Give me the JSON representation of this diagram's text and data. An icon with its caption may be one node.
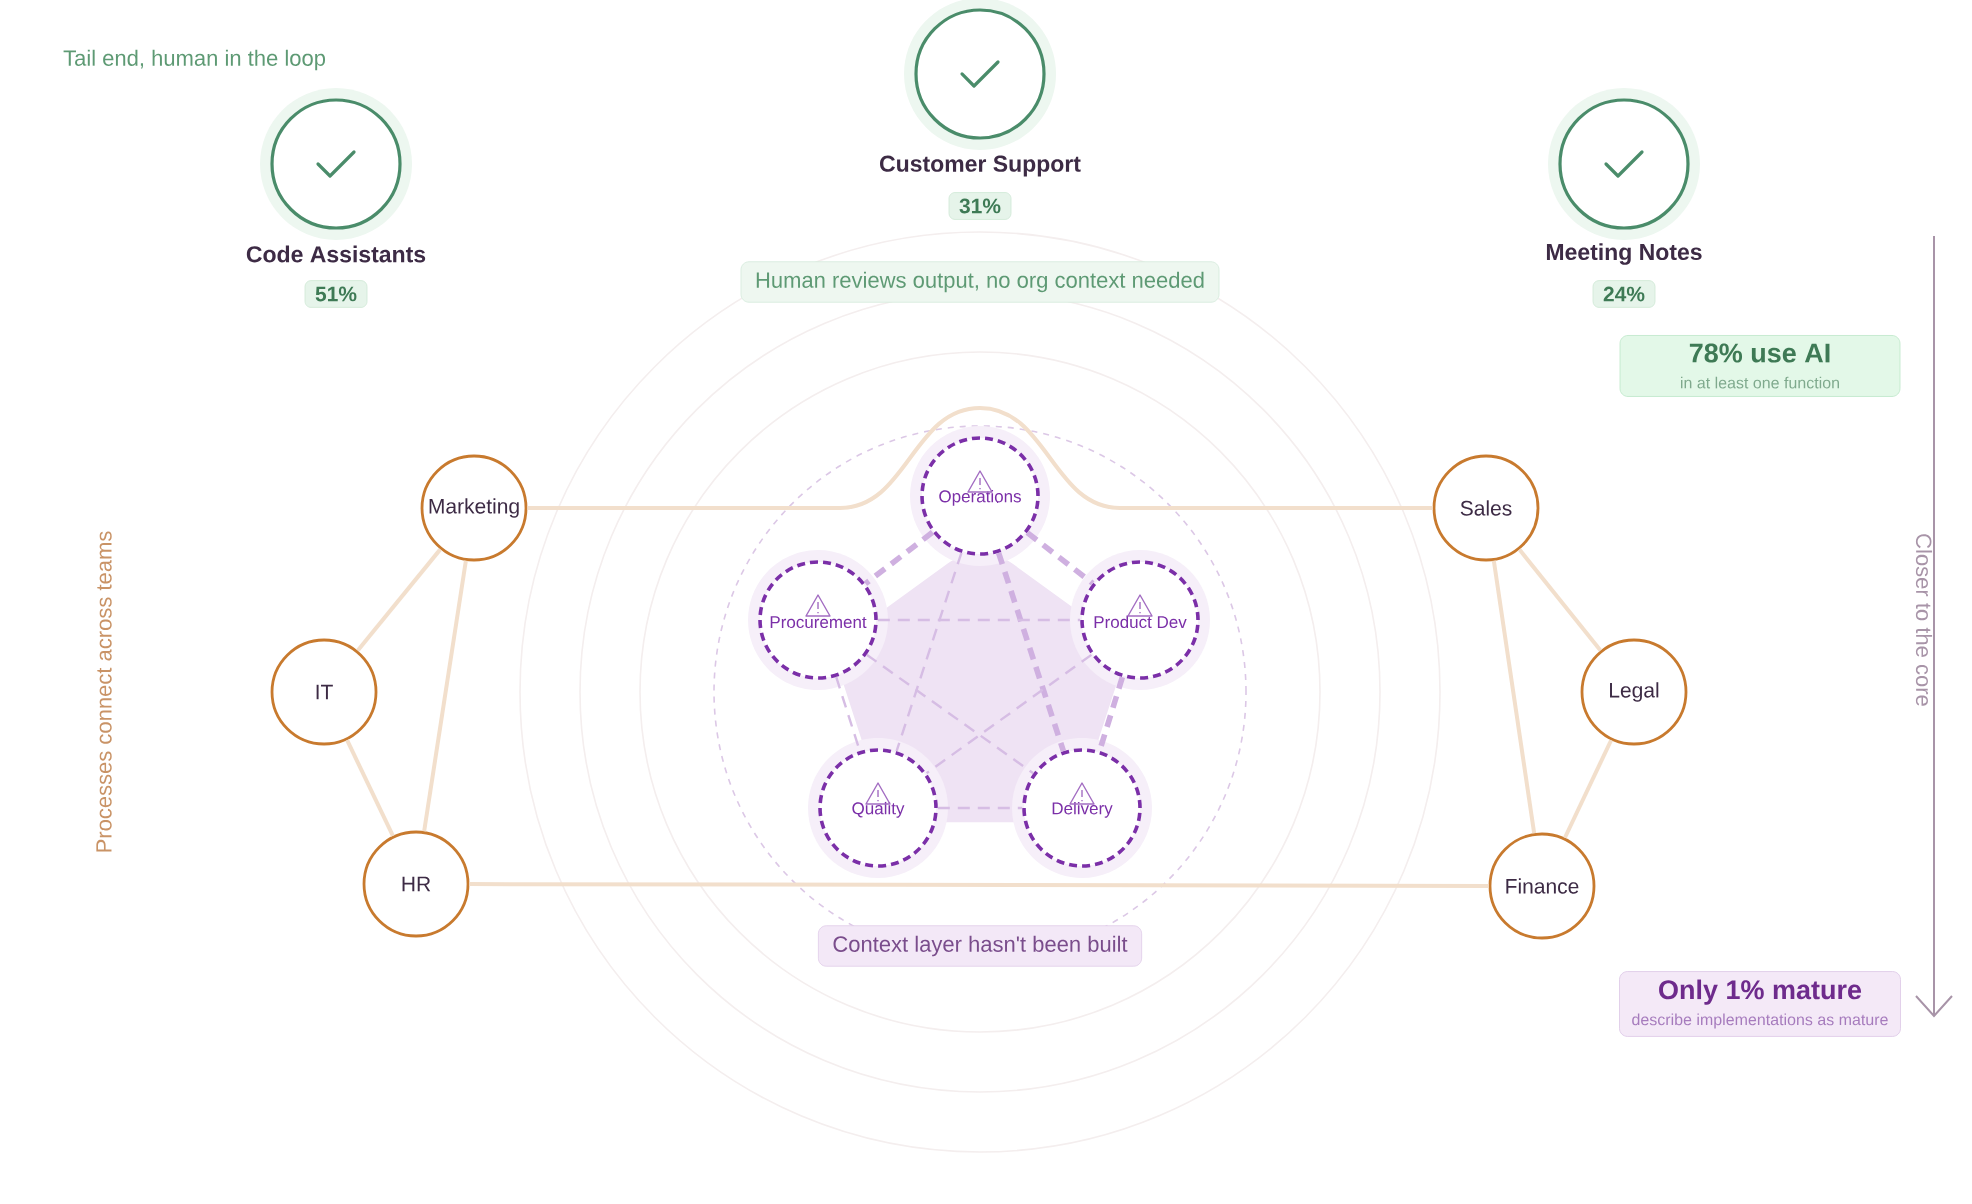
{
  "diagram": {
    "nodes": [
      {
        "text": [
          "Code Assistants"
        ],
        "beside": [
          "51%"
        ]
      },
      {
        "text": [
          "Customer Support"
        ],
        "beside": [
          "31%"
        ]
      },
      {
        "text": [
          "Meeting Notes"
        ],
        "beside": [
          "24%"
        ]
      },
      {
        "text": [
          "Human reviews output, no org context needed"
        ]
      },
      {
        "text": [
          "78% use AI",
          "in at least one function"
        ]
      },
      {
        "text": [
          "Marketing"
        ]
      },
      {
        "text": [
          "Operations"
        ]
      },
      {
        "text": [
          "Sales"
        ]
      },
      {
        "text": [
          "Procurement"
        ]
      },
      {
        "text": [
          "Product Dev"
        ]
      },
      {
        "text": [
          "IT"
        ]
      },
      {
        "text": [
          "Legal"
        ]
      },
      {
        "text": [
          "Quality"
        ]
      },
      {
        "text": [
          "Delivery"
        ]
      },
      {
        "text": [
          "HR"
        ]
      },
      {
        "text": [
          "Finance"
        ]
      },
      {
        "text": [
          "Context layer hasn't been built"
        ]
      },
      {
        "text": [
          "Only 1% mature",
          "describe implementations as mature"
        ]
      }
    ],
    "edges": [
      {
        "from": 5,
        "to": 10,
        "arrow": "none",
        "color": "#f2dfcc"
      },
      {
        "from": 10,
        "to": 14,
        "arrow": "none",
        "color": "#f2dfcc"
      },
      {
        "from": 5,
        "to": 14,
        "arrow": "none",
        "color": "#f2dfcc"
      },
      {
        "from": 5,
        "to": 7,
        "arrow": "none",
        "color": "#f2dfcc"
      },
      {
        "from": 14,
        "to": 15,
        "arrow": "none",
        "color": "#f2dfcc"
      },
      {
        "from": 7,
        "to": 11,
        "arrow": "none",
        "color": "#f2dfcc"
      },
      {
        "from": 11,
        "to": 15,
        "arrow": "none",
        "color": "#f2dfcc"
      },
      {
        "from": 7,
        "to": 15,
        "arrow": "none",
        "color": "#f2dfcc"
      },
      {
        "from": 6,
        "to": 8,
        "arrow": "none",
        "style": "dashed",
        "color": "#cfb0e0"
      },
      {
        "from": 6,
        "to": 9,
        "arrow": "none",
        "style": "dashed",
        "color": "#cfb0e0"
      },
      {
        "from": 6,
        "to": 13,
        "arrow": "none",
        "style": "dashed",
        "color": "#cfb0e0"
      },
      {
        "from": 9,
        "to": 13,
        "arrow": "none",
        "style": "dashed",
        "color": "#cfb0e0"
      },
      {
        "from": 6,
        "to": 12,
        "arrow": "none",
        "style": "dashed",
        "color": "#d6bde4"
      },
      {
        "from": 8,
        "to": 9,
        "arrow": "none",
        "style": "dashed",
        "color": "#d6bde4"
      },
      {
        "from": 8,
        "to": 13,
        "arrow": "none",
        "style": "dashed",
        "color": "#d6bde4"
      },
      {
        "from": 8,
        "to": 12,
        "arrow": "none",
        "style": "dashed",
        "color": "#d6bde4"
      },
      {
        "from": 9,
        "to": 12,
        "arrow": "none",
        "style": "dashed",
        "color": "#d6bde4"
      },
      {
        "from": 12,
        "to": 13,
        "arrow": "none",
        "style": "dashed",
        "color": "#d6bde4"
      }
    ],
    "labels": [
      "Tail end, human in the loop",
      "Processes connect across teams",
      "Closer to the core"
    ]
  }
}
